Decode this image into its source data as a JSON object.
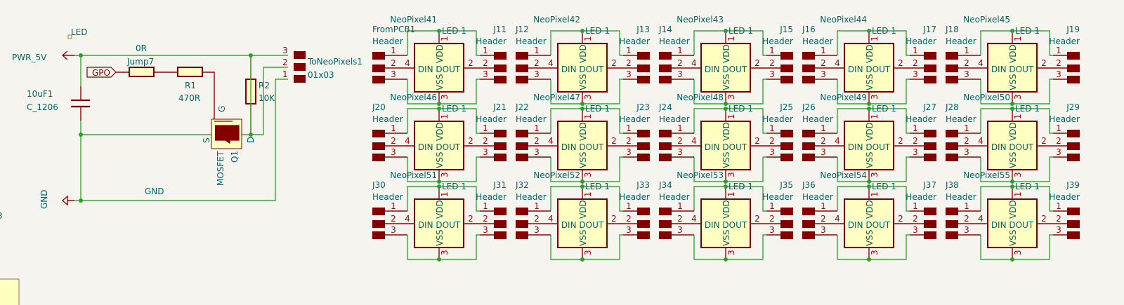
{
  "colors": {
    "background": "#f5f4ef",
    "wire": "#3aa53a",
    "pin": "#840000",
    "body_fill": "#ffffc2",
    "text": "#006464",
    "pin_number": "#a90000"
  },
  "driver": {
    "led_label": "LED",
    "pwr_label": "PWR_5V",
    "gnd_label": "GND",
    "gnd_net_label": "GND",
    "gpio_label": "GPO",
    "jumper": {
      "value": "0R",
      "ref": "Jump7"
    },
    "r1": {
      "ref": "R1",
      "value": "470R"
    },
    "r2": {
      "ref": "R2",
      "value": "10K"
    },
    "cap": {
      "ref": "10uF1",
      "value": "C_1206"
    },
    "mosfet": {
      "value": "MOSFET",
      "ref": "Q1",
      "gate": "G",
      "source": "S",
      "drain": "D"
    },
    "connector": {
      "ref": "ToNeoPixels1",
      "value": "01x03",
      "pins": [
        "3",
        "2",
        "1"
      ]
    },
    "edge_text": "3"
  },
  "neopixel": {
    "value_label": "LED 1",
    "din": "DIN",
    "dout": "DOUT",
    "vss": "VSS",
    "vdd": "VDD",
    "pin_din": "4",
    "pin_dout": "2",
    "pin_vdd": "1",
    "pin_vss": "3",
    "header_value": "Header",
    "header_pins": [
      "1",
      "2",
      "3"
    ]
  },
  "grid": [
    {
      "neopixels": [
        "NeoPixel41",
        "NeoPixel42",
        "NeoPixel43",
        "NeoPixel44",
        "NeoPixel45"
      ],
      "headers": [
        [
          "FromPCB1",
          "J11"
        ],
        [
          "J12",
          "J13"
        ],
        [
          "J14",
          "J15"
        ],
        [
          "J16",
          "J17"
        ],
        [
          "J18",
          "J19"
        ]
      ]
    },
    {
      "neopixels": [
        "NeoPixel46",
        "NeoPixel47",
        "NeoPixel48",
        "NeoPixel49",
        "NeoPixel50"
      ],
      "headers": [
        [
          "J20",
          "J21"
        ],
        [
          "J22",
          "J23"
        ],
        [
          "J24",
          "J25"
        ],
        [
          "J26",
          "J27"
        ],
        [
          "J28",
          "J29"
        ]
      ]
    },
    {
      "neopixels": [
        "NeoPixel51",
        "NeoPixel52",
        "NeoPixel53",
        "NeoPixel54",
        "NeoPixel55"
      ],
      "headers": [
        [
          "J30",
          "J31"
        ],
        [
          "J32",
          "J33"
        ],
        [
          "J34",
          "J35"
        ],
        [
          "J36",
          "J37"
        ],
        [
          "J38",
          "J39"
        ]
      ]
    }
  ]
}
